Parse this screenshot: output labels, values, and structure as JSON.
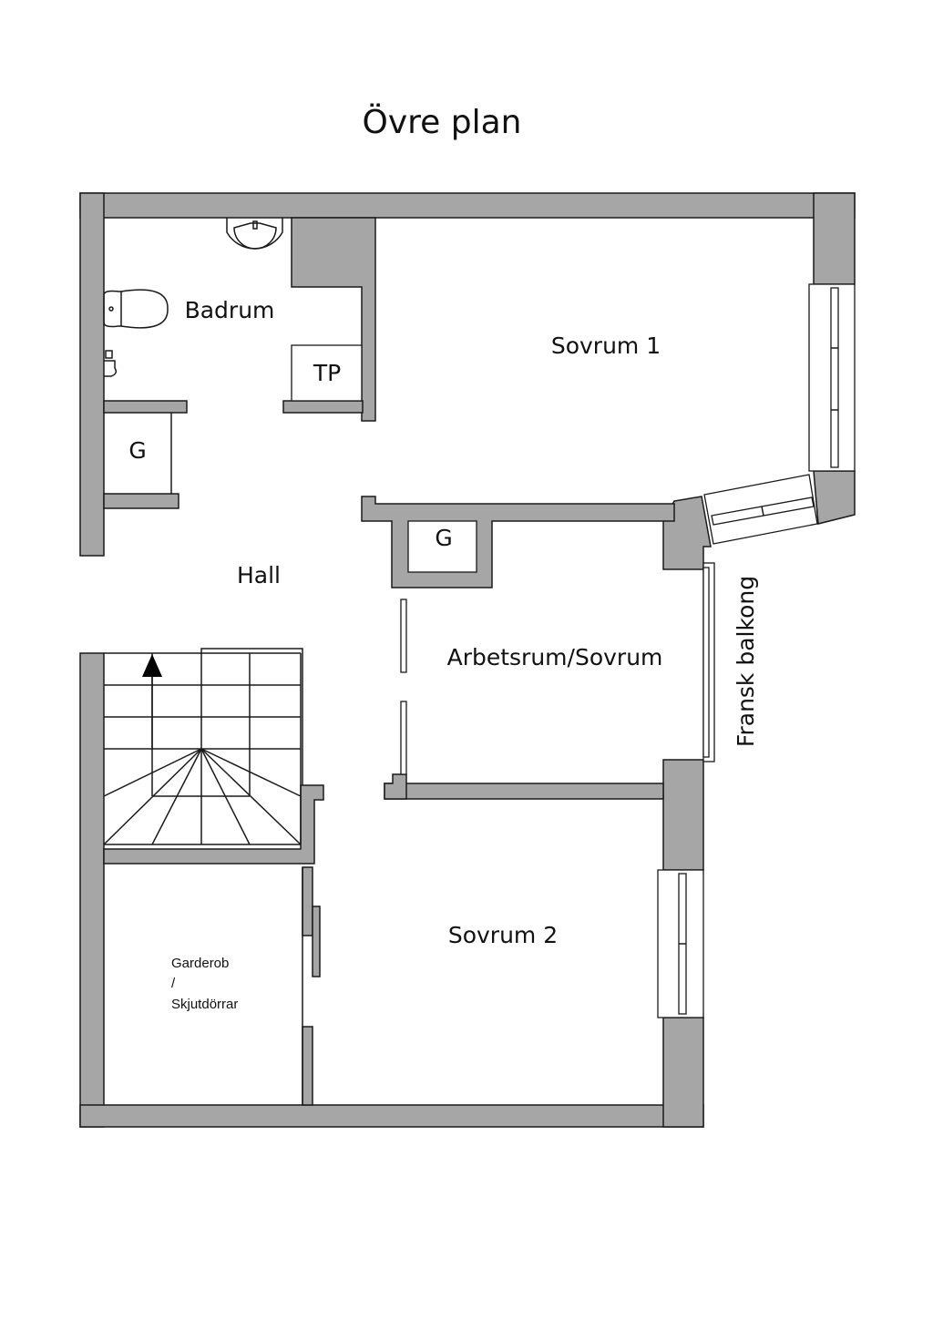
{
  "title": "Övre plan",
  "rooms": {
    "badrum": "Badrum",
    "tp": "TP",
    "g1": "G",
    "g2": "G",
    "sovrum1": "Sovrum 1",
    "hall": "Hall",
    "arbetsrum": "Arbetsrum/Sovrum",
    "sovrum2": "Sovrum 2",
    "garderob_line1": "Garderob",
    "garderob_line2": "/",
    "garderob_line3": "Skjutdörrar",
    "balkong": "Fransk balkong"
  },
  "colors": {
    "wall": "#a6a6a6",
    "line": "#1a1a1a"
  }
}
